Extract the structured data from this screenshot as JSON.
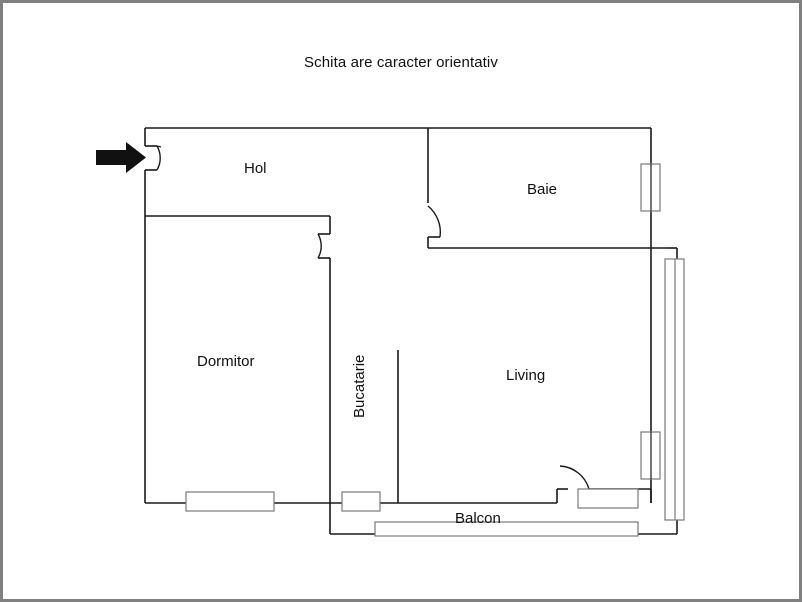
{
  "document": {
    "title": "Schita are caracter orientativ",
    "type": "floor-plan",
    "frame_color": "#808080",
    "wall_color": "#1a1a1a",
    "fixture_color": "#7a7a7a",
    "background": "#ffffff"
  },
  "rooms": [
    {
      "id": "hol",
      "label": "Hol"
    },
    {
      "id": "baie",
      "label": "Baie"
    },
    {
      "id": "dormitor",
      "label": "Dormitor"
    },
    {
      "id": "bucatarie",
      "label": "Bucatarie",
      "orientation": "vertical"
    },
    {
      "id": "living",
      "label": "Living"
    },
    {
      "id": "balcon",
      "label": "Balcon"
    }
  ],
  "markers": {
    "entrance_arrow": "entrance-arrow",
    "entrance_arrow_color": "#111111"
  },
  "features": {
    "doors": [
      "entrance-door-hol",
      "door-baie",
      "door-dormitor",
      "door-balcon-living"
    ],
    "windows": [
      "window-baie-right",
      "window-living-right",
      "window-dormitor-bottom",
      "window-bucatarie-bottom",
      "window-living-bottom",
      "window-balcon-rail",
      "window-balcon-right"
    ]
  }
}
